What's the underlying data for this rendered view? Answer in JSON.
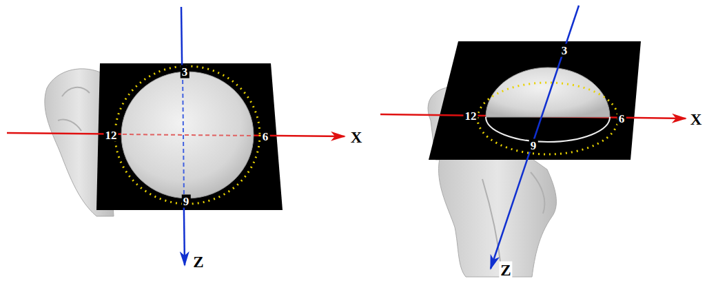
{
  "diagram": {
    "labels": [
      "3",
      "12",
      "6",
      "9",
      "X",
      "Z",
      "3",
      "12",
      "6",
      "9",
      "X",
      "Z"
    ]
  }
}
